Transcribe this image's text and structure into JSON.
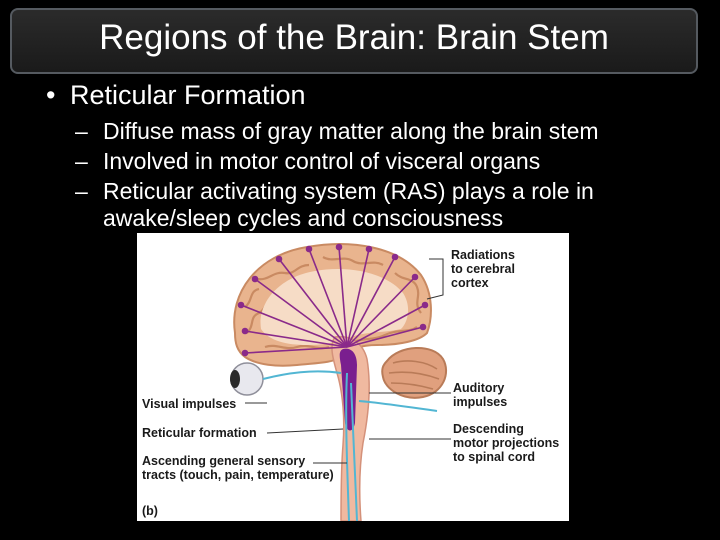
{
  "slide": {
    "title": "Regions of the Brain: Brain Stem",
    "bullet": "Reticular Formation",
    "bullet_marker": "•",
    "sub_marker": "–",
    "sub_bullets": [
      "Diffuse mass of gray matter along the brain stem",
      "Involved in motor control of visceral organs",
      "Reticular activating system (RAS) plays a role in",
      "awake/sleep cycles and consciousness"
    ]
  },
  "figure": {
    "labels": {
      "radiations_1": "Radiations",
      "radiations_2": "to cerebral",
      "radiations_3": "cortex",
      "auditory_1": "Auditory",
      "auditory_2": "impulses",
      "visual": "Visual impulses",
      "reticular": "Reticular formation",
      "descending_1": "Descending",
      "descending_2": "motor projections",
      "descending_3": "to spinal cord",
      "ascending_1": "Ascending general sensory",
      "ascending_2": "tracts (touch, pain, temperature)",
      "panel": "(b)"
    },
    "colors": {
      "cortex": "#e9b48e",
      "arrows": "#8a2a8a",
      "stem": "#f0b9a0",
      "ras": "#7a1f8f",
      "nerve": "#52b6d3"
    }
  }
}
